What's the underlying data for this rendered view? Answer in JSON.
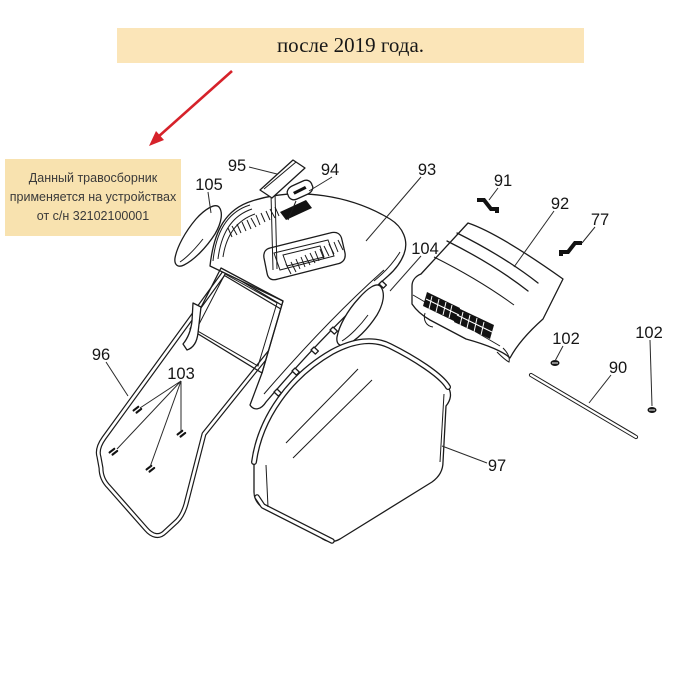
{
  "banner": {
    "text": "после 2019 года."
  },
  "note_box": {
    "lines": [
      "Данный травосборник",
      "применяется на устройствах",
      "от с/н 32102100001"
    ]
  },
  "colors": {
    "banner_bg": "#FBE5B8",
    "note_bg": "#F8E2AF",
    "arrow": "#D6222A",
    "ink": "#1B1B1B",
    "note_text": "#3A3A3A"
  },
  "diagram": {
    "labels": [
      {
        "text": "95"
      },
      {
        "text": "94"
      },
      {
        "text": "93"
      },
      {
        "text": "105"
      },
      {
        "text": "104"
      },
      {
        "text": "91"
      },
      {
        "text": "92"
      },
      {
        "text": "77"
      },
      {
        "text": "96"
      },
      {
        "text": "103"
      },
      {
        "text": "97"
      },
      {
        "text": "90"
      },
      {
        "text": "102"
      },
      {
        "text": "102"
      }
    ]
  }
}
